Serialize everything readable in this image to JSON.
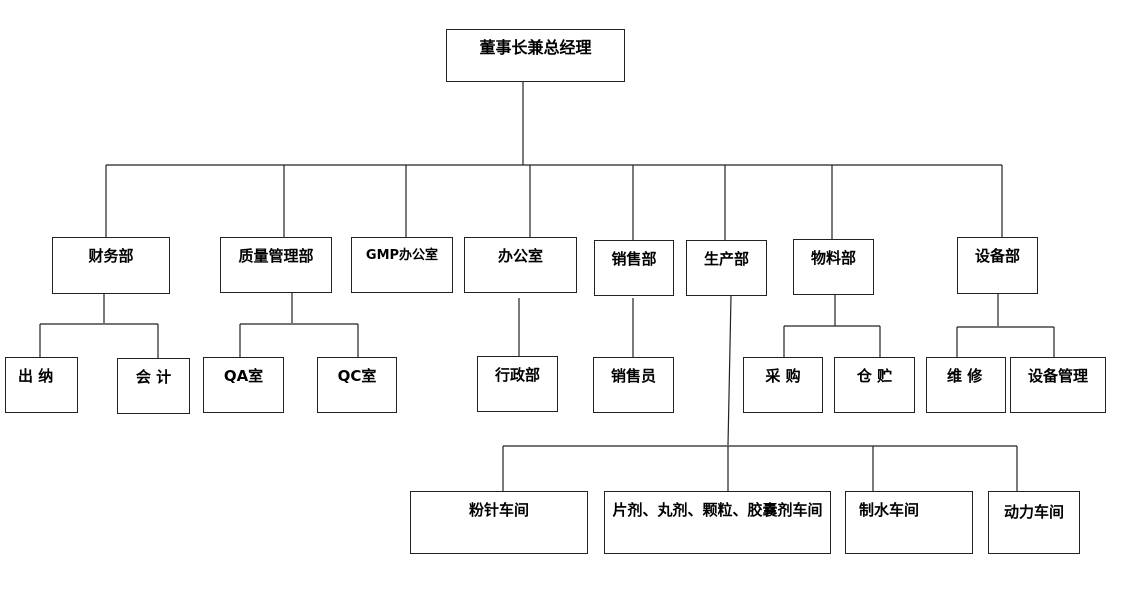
{
  "org": {
    "root": "董事长兼总经理",
    "depts": {
      "finance": "财务部",
      "quality": "质量管理部",
      "gmp": "GMP办公室",
      "office": "办公室",
      "sales": "销售部",
      "production": "生产部",
      "materials": "物料部",
      "equipment": "设备部"
    },
    "subs": {
      "cashier": "出 纳",
      "accountant": "会 计",
      "qa": "QA室",
      "qc": "QC室",
      "admin": "行政部",
      "salesperson": "销售员",
      "purchase": "采 购",
      "storage": "仓 贮",
      "repair": "维 修",
      "equip_mgmt": "设备管理"
    },
    "workshops": {
      "powder_needle": "粉针车间",
      "tablets": "片剂、丸剂、颗粒、胶囊剂车间",
      "water": "制水车间",
      "power": "动力车间"
    }
  }
}
